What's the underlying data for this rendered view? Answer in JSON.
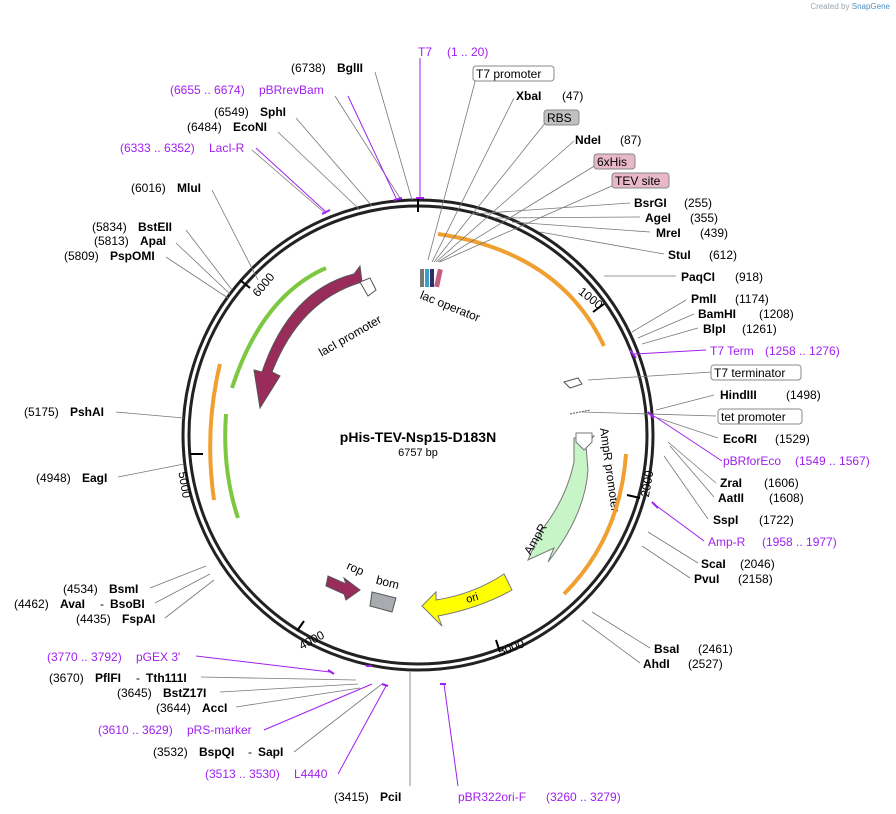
{
  "credit": {
    "prefix": "Created by",
    "brand": "SnapGene"
  },
  "plasmid": {
    "name": "pHis-TEV-Nsp15-D183N",
    "length": "6757 bp"
  },
  "colors": {
    "site": "#000000",
    "primer": "#a020f0",
    "feature_box": "#ffffff",
    "rbs": "#c0c0c0",
    "tag": "#e8b8c8",
    "orf_yellow": "#ffff00",
    "amp": "#c8f5c8",
    "lacI": "#992c5a",
    "primer_green": "#7cc840",
    "primer_orange": "#f0a030"
  },
  "labels": {
    "bglII": {
      "pos": "(6738)",
      "name": "BglII"
    },
    "pbrrevbam": {
      "range": "(6655 .. 6674)",
      "name": "pBRrevBam"
    },
    "sphI": {
      "pos": "(6549)",
      "name": "SphI"
    },
    "ecoNI": {
      "pos": "(6484)",
      "name": "EcoNI"
    },
    "laciR": {
      "range": "(6333 .. 6352)",
      "name": "LacI-R"
    },
    "mluI": {
      "pos": "(6016)",
      "name": "MluI"
    },
    "bstEII": {
      "pos": "(5834)",
      "name": "BstEII"
    },
    "apaI": {
      "pos": "(5813)",
      "name": "ApaI"
    },
    "pspOMI": {
      "pos": "(5809)",
      "name": "PspOMI"
    },
    "pshAI": {
      "pos": "(5175)",
      "name": "PshAI"
    },
    "eagI": {
      "pos": "(4948)",
      "name": "EagI"
    },
    "bsmI": {
      "pos": "(4534)",
      "name": "BsmI"
    },
    "avaI": {
      "pos": "(4462)",
      "name": "AvaI",
      "sep": "-",
      "name2": "BsoBI"
    },
    "fspAI": {
      "pos": "(4435)",
      "name": "FspAI"
    },
    "pgex3": {
      "range": "(3770 .. 3792)",
      "name": "pGEX 3'"
    },
    "pflFI": {
      "pos": "(3670)",
      "name": "PflFI",
      "sep": "-",
      "name2": "Tth111I"
    },
    "bstZ17I": {
      "pos": "(3645)",
      "name": "BstZ17I"
    },
    "accI": {
      "pos": "(3644)",
      "name": "AccI"
    },
    "prsmarker": {
      "range": "(3610 .. 3629)",
      "name": "pRS-marker"
    },
    "bspQI": {
      "pos": "(3532)",
      "name": "BspQI",
      "sep": "-",
      "name2": "SapI"
    },
    "l4440": {
      "range": "(3513 .. 3530)",
      "name": "L4440"
    },
    "pciI": {
      "pos": "(3415)",
      "name": "PciI"
    },
    "pbr322ori": {
      "name": "pBR322ori-F",
      "range": "(3260 .. 3279)"
    },
    "t7": {
      "name": "T7",
      "range": "(1 .. 20)"
    },
    "t7promoter": {
      "name": "T7 promoter"
    },
    "xbaI": {
      "name": "XbaI",
      "pos": "(47)"
    },
    "rbs": {
      "name": "RBS"
    },
    "ndeI": {
      "name": "NdeI",
      "pos": "(87)"
    },
    "his": {
      "name": "6xHis"
    },
    "tev": {
      "name": "TEV site"
    },
    "bsrGI": {
      "name": "BsrGI",
      "pos": "(255)"
    },
    "ageI": {
      "name": "AgeI",
      "pos": "(355)"
    },
    "mreI": {
      "name": "MreI",
      "pos": "(439)"
    },
    "stuI": {
      "name": "StuI",
      "pos": "(612)"
    },
    "paqCI": {
      "name": "PaqCI",
      "pos": "(918)"
    },
    "pmlI": {
      "name": "PmlI",
      "pos": "(1174)"
    },
    "bamHI": {
      "name": "BamHI",
      "pos": "(1208)"
    },
    "blpI": {
      "name": "BlpI",
      "pos": "(1261)"
    },
    "t7term": {
      "name": "T7 Term",
      "range": "(1258 .. 1276)"
    },
    "t7terminator": {
      "name": "T7 terminator"
    },
    "hindIII": {
      "name": "HindIII",
      "pos": "(1498)"
    },
    "tetpromoter": {
      "name": "tet promoter"
    },
    "ecoRI": {
      "name": "EcoRI",
      "pos": "(1529)"
    },
    "pbrforeco": {
      "name": "pBRforEco",
      "range": "(1549 .. 1567)"
    },
    "zraI": {
      "name": "ZraI",
      "pos": "(1606)"
    },
    "aatII": {
      "name": "AatII",
      "pos": "(1608)"
    },
    "sspI": {
      "name": "SspI",
      "pos": "(1722)"
    },
    "ampR_primer": {
      "name": "Amp-R",
      "range": "(1958 .. 1977)"
    },
    "scaI": {
      "name": "ScaI",
      "pos": "(2046)"
    },
    "pvuI": {
      "name": "PvuI",
      "pos": "(2158)"
    },
    "bsaI": {
      "name": "BsaI",
      "pos": "(2461)"
    },
    "ahdI": {
      "name": "AhdI",
      "pos": "(2527)"
    }
  },
  "ticks": {
    "t1000": "1000",
    "t2000": "2000",
    "t3000": "3000",
    "t4000": "4000",
    "t5000": "5000",
    "t6000": "6000"
  },
  "features": {
    "lac_operator": "lac operator",
    "lacI": "lacI",
    "lacI_promoter": "lacI promoter",
    "ampR_promoter": "AmpR promoter",
    "ampR": "AmpR",
    "ori": "ori",
    "rop": "rop",
    "bom": "bom"
  }
}
